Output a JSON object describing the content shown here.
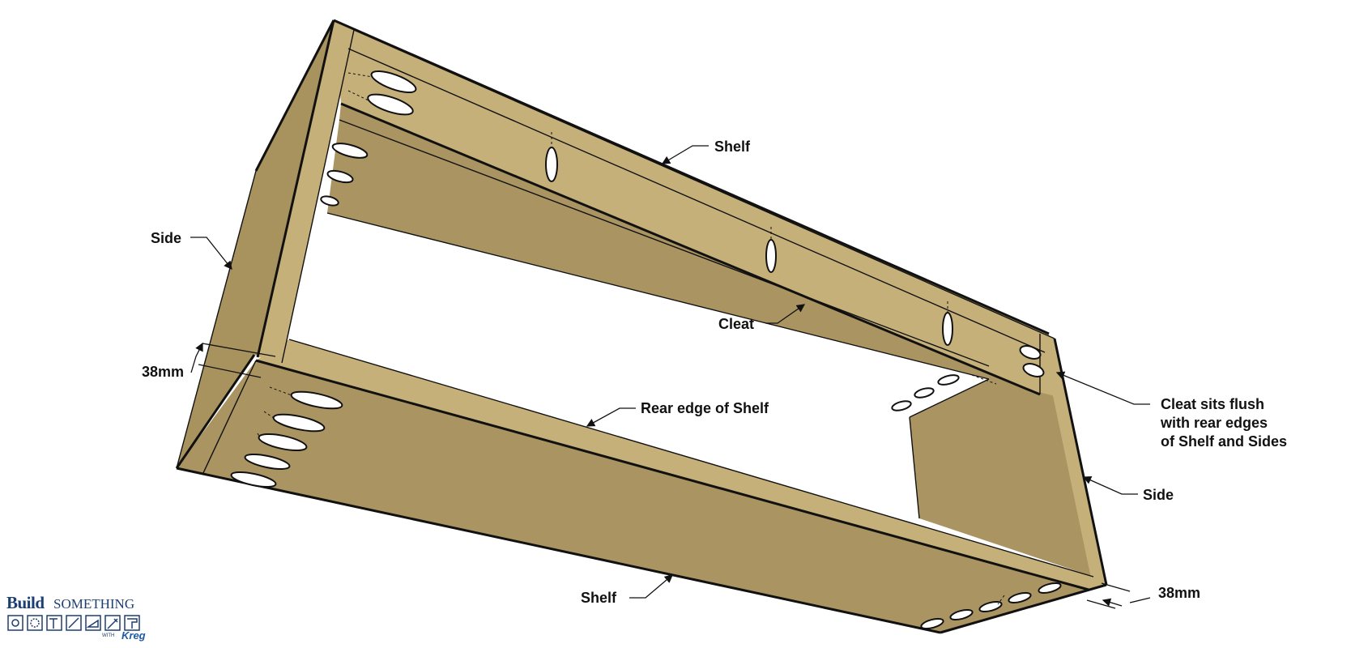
{
  "colors": {
    "panel_light": "#c6b07a",
    "panel_dark": "#a99462",
    "panel_side": "#a8935f",
    "edge": "#111111",
    "logo_blue": "#1d3e72"
  },
  "labels": {
    "shelf_top": "Shelf",
    "side_left": "Side",
    "cleat": "Cleat",
    "dim_left": "38mm",
    "rear_edge": "Rear edge of Shelf",
    "cleat_note": "Cleat sits flush\nwith rear edges\nof Shelf and Sides",
    "side_right": "Side",
    "shelf_bottom": "Shelf",
    "dim_right": "38mm"
  },
  "logo": {
    "build": "Build",
    "something": "SOMETHING",
    "with": "WITH",
    "kreg": "Kreg",
    "icons": [
      "square-tool-icon",
      "gear-icon",
      "hammer-icon",
      "wrench-icon",
      "saw-icon",
      "brush-icon",
      "roller-icon"
    ]
  }
}
